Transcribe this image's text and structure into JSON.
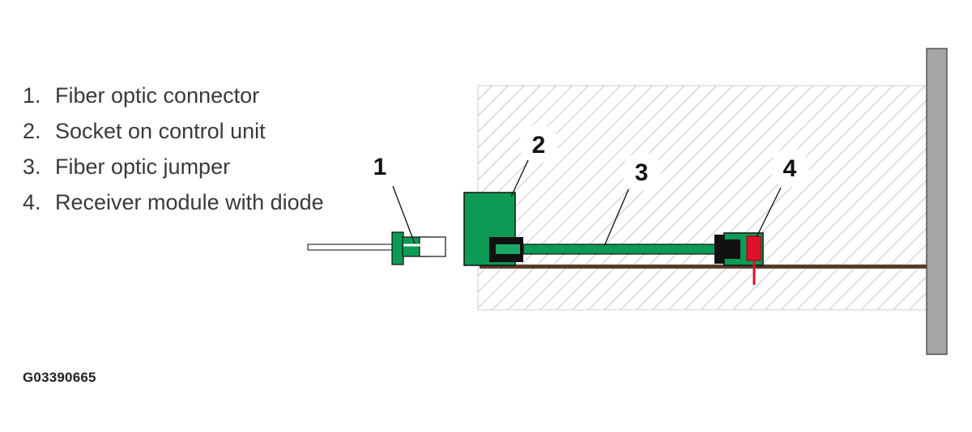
{
  "legend": [
    {
      "num": "1.",
      "label": "Fiber optic connector"
    },
    {
      "num": "2.",
      "label": "Socket on control unit"
    },
    {
      "num": "3.",
      "label": "Fiber optic jumper"
    },
    {
      "num": "4.",
      "label": "Receiver module with diode"
    }
  ],
  "callouts": [
    "1",
    "2",
    "3",
    "4"
  ],
  "figure_id": "G03390665",
  "colors": {
    "connector_green": "#0c9a55",
    "receiver_red": "#e0102a",
    "hatch_gray": "#c8c8c8",
    "wall_gray": "#a6a6a6",
    "board_brown": "#5a3a2a"
  }
}
